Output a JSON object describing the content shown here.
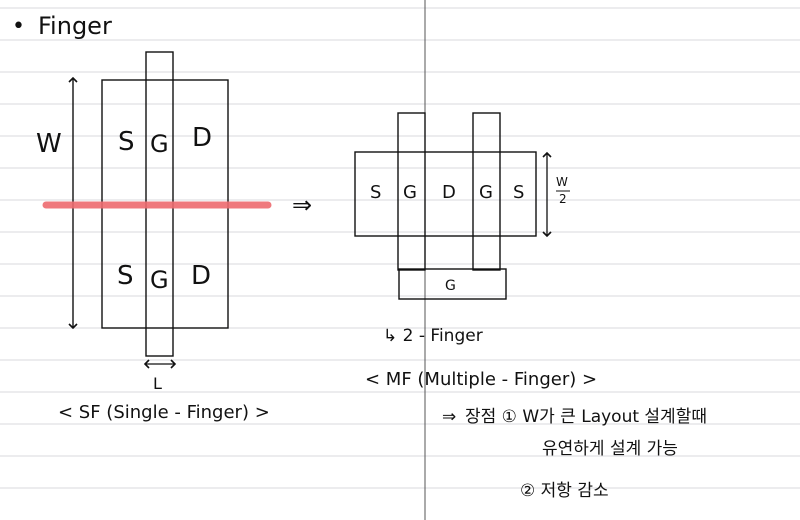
{
  "page": {
    "rule_color": "#d9d9de",
    "ink_color": "#111111",
    "highlight_color": "#ee6b70",
    "divider_color": "#555555"
  },
  "bullet": "•",
  "title": "Finger",
  "single_finger": {
    "width_label": "W",
    "row1": {
      "source": "S",
      "gate": "G",
      "drain": "D"
    },
    "row2": {
      "source": "S",
      "gate": "G",
      "drain": "D"
    },
    "length_label": "L",
    "caption": "< SF (Single - Finger) >"
  },
  "transform_arrow": "⇒",
  "multi_finger": {
    "cells": [
      "S",
      "G",
      "D",
      "G",
      "S"
    ],
    "half_width_numerator": "W",
    "half_width_denominator": "2",
    "gate_bar_label": "G",
    "sub_caption": "↳ 2 - Finger",
    "caption": "< MF (Multiple - Finger) >"
  },
  "notes": {
    "arrow": "⇒",
    "line1": "장점 ① W가 큰 Layout 설계할때",
    "line2": "유연하게 설계 가능",
    "line3": "② 저항 감소"
  }
}
